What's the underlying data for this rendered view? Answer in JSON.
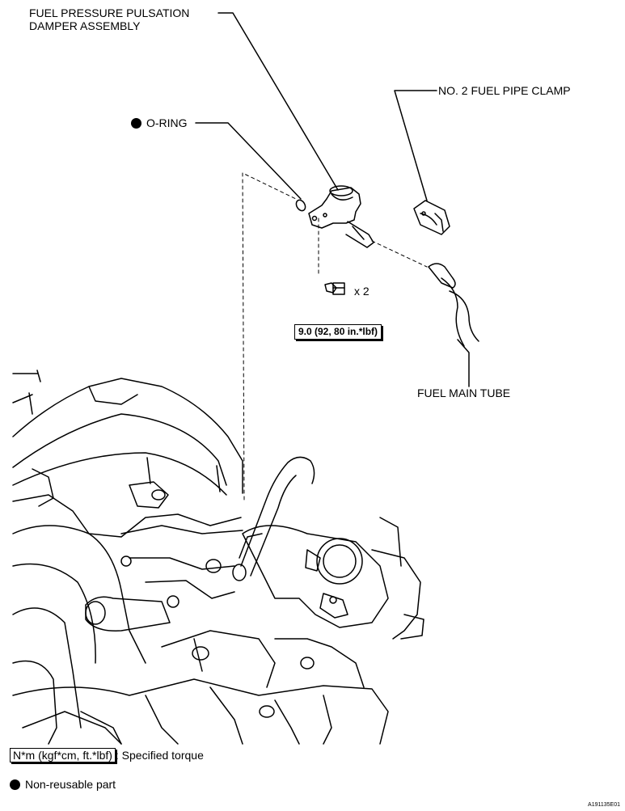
{
  "callouts": {
    "damper": [
      "FUEL PRESSURE PULSATION",
      "DAMPER ASSEMBLY"
    ],
    "clamp": "NO. 2 FUEL PIPE CLAMP",
    "oring": "O-RING",
    "bolt_qty": "x 2",
    "torque": "9.0 (92, 80 in.*lbf)",
    "main_tube": "FUEL MAIN TUBE"
  },
  "legend": {
    "torque_unit": "N*m (kgf*cm, ft.*lbf)",
    "torque_text": ": Specified torque",
    "nonreusable": "Non-reusable part"
  },
  "figure_code": "A191135E01",
  "icons": [
    "filled-circle-icon"
  ]
}
